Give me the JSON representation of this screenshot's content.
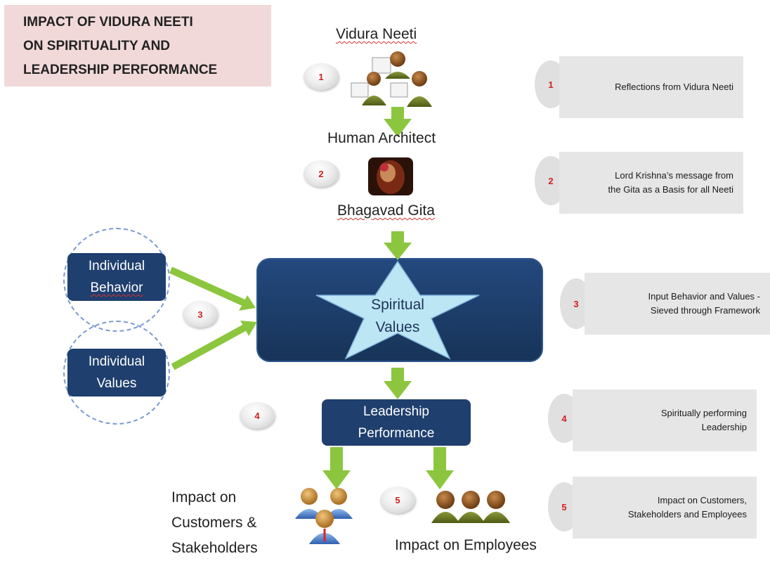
{
  "title": {
    "line1": "IMPACT  OF VIDURA NEETI",
    "line2": "ON SPIRITUALITY  AND",
    "line3": "LEADERSHIP PERFORMANCE"
  },
  "flow": {
    "vidura_neeti": "Vidura Neeti",
    "human_architect": "Human Architect",
    "bhagavad_gita": "Bhagavad Gita",
    "spiritual_values_l1": "Spiritual",
    "spiritual_values_l2": "Values",
    "leadership_l1": "Leadership",
    "leadership_l2": "Performance",
    "impact_customers_l1": "Impact on",
    "impact_customers_l2": "Customers &",
    "impact_customers_l3": "Stakeholders",
    "impact_employees": "Impact on Employees"
  },
  "inputs": {
    "behavior_l1": "Individual",
    "behavior_l2": "Behavior",
    "values_l1": "Individual",
    "values_l2": "Values"
  },
  "step_numbers": [
    "1",
    "2",
    "3",
    "4",
    "5"
  ],
  "notes": [
    {
      "num": "1",
      "l1": "Reflections from Vidura Neeti",
      "l2": ""
    },
    {
      "num": "2",
      "l1": "Lord Krishna’s message from",
      "l2": "the Gita as a Basis for all Neeti"
    },
    {
      "num": "3",
      "l1": "Input Behavior and Values -",
      "l2": "Sieved through Framework"
    },
    {
      "num": "4",
      "l1": "Spiritually performing",
      "l2": "Leadership"
    },
    {
      "num": "5",
      "l1": "Impact on Customers,",
      "l2": "Stakeholders and Employees"
    }
  ],
  "colors": {
    "arrow": "#8cc63f",
    "navy": "#1f3f6e",
    "star": "#bde6f5",
    "note_bg": "#e6e6e6",
    "number": "#d21e1e",
    "title_bg": "#f2d9d9"
  }
}
